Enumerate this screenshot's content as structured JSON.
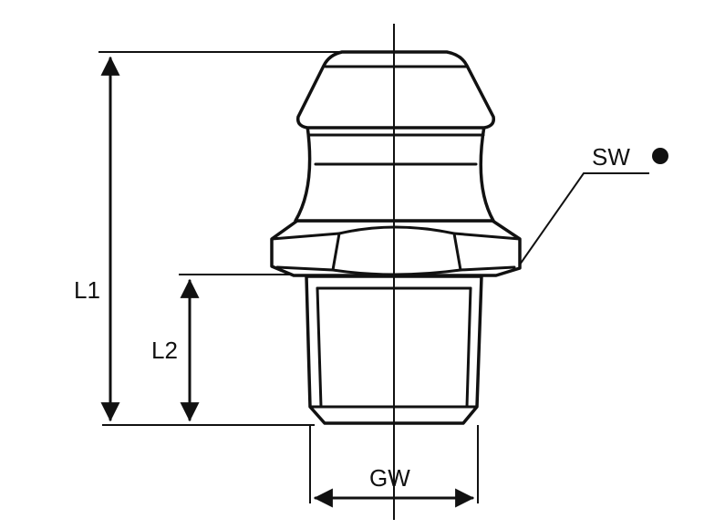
{
  "labels": {
    "l1": "L1",
    "l2": "L2",
    "gw": "GW",
    "sw": "SW"
  },
  "colors": {
    "stroke": "#111111",
    "background": "#ffffff"
  },
  "icons": {
    "sw_marker": "filled-circle-icon"
  }
}
